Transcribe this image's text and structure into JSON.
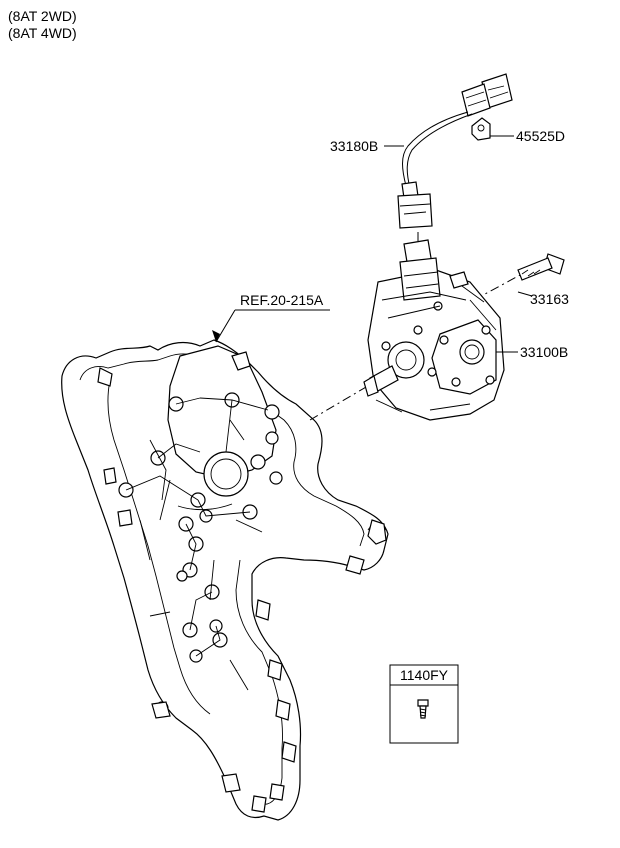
{
  "variants": [
    "(8AT 2WD)",
    "(8AT 4WD)"
  ],
  "labels": {
    "sensor_harness": "33180B",
    "bracket": "45525D",
    "bolt": "33163",
    "pump": "33100B",
    "reference": "REF.20-215A",
    "fastener": "1140FY"
  }
}
